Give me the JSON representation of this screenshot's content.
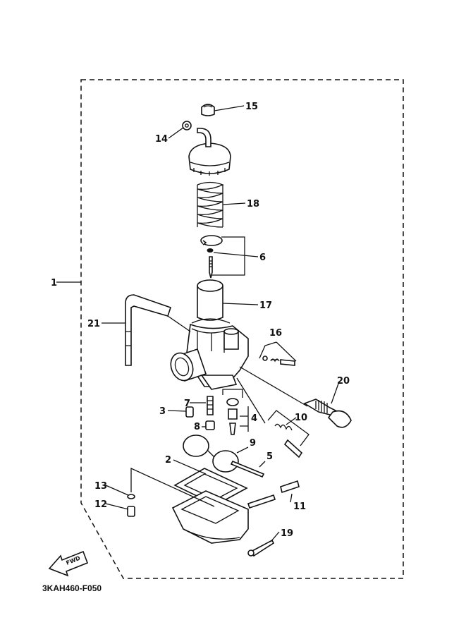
{
  "labels": {
    "p1": "1",
    "p2": "2",
    "p3": "3",
    "p4": "4",
    "p5": "5",
    "p6": "6",
    "p7": "7",
    "p8": "8",
    "p9": "9",
    "p10": "10",
    "p11": "11",
    "p12": "12",
    "p13": "13",
    "p14": "14",
    "p15": "15",
    "p16": "16",
    "p17": "17",
    "p18": "18",
    "p19": "19",
    "p20": "20",
    "p21": "21"
  },
  "fwd_label": "FWD",
  "diagram_code": "3KAH460-F050"
}
